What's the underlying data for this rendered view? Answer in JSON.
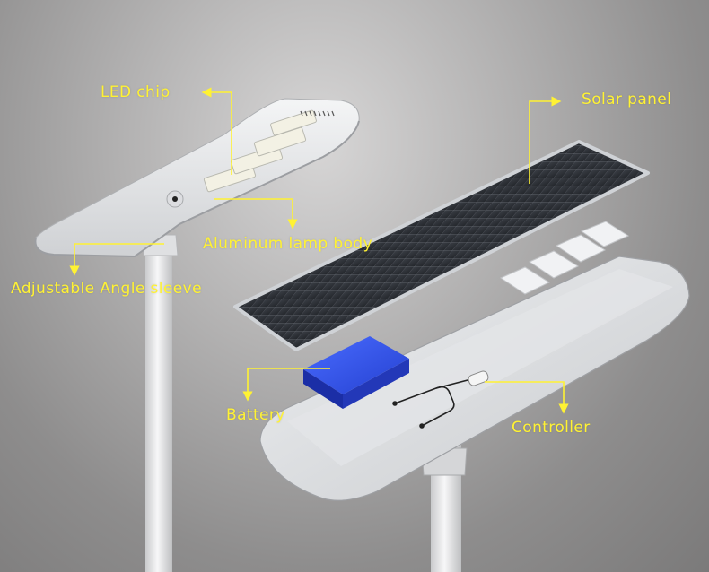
{
  "labels": {
    "led_chip": "LED chip",
    "solar_panel": "Solar panel",
    "aluminum_body": "Aluminum lamp body",
    "angle_sleeve": "Adjustable Angle sleeve",
    "battery": "Battery",
    "controller": "Controller"
  },
  "colors": {
    "label": "#fff233",
    "battery": "#2f4fe0",
    "solar_cell": "#2d3036",
    "lamp_body": "#e9eaec"
  },
  "icons": [
    "arrow-icon"
  ]
}
